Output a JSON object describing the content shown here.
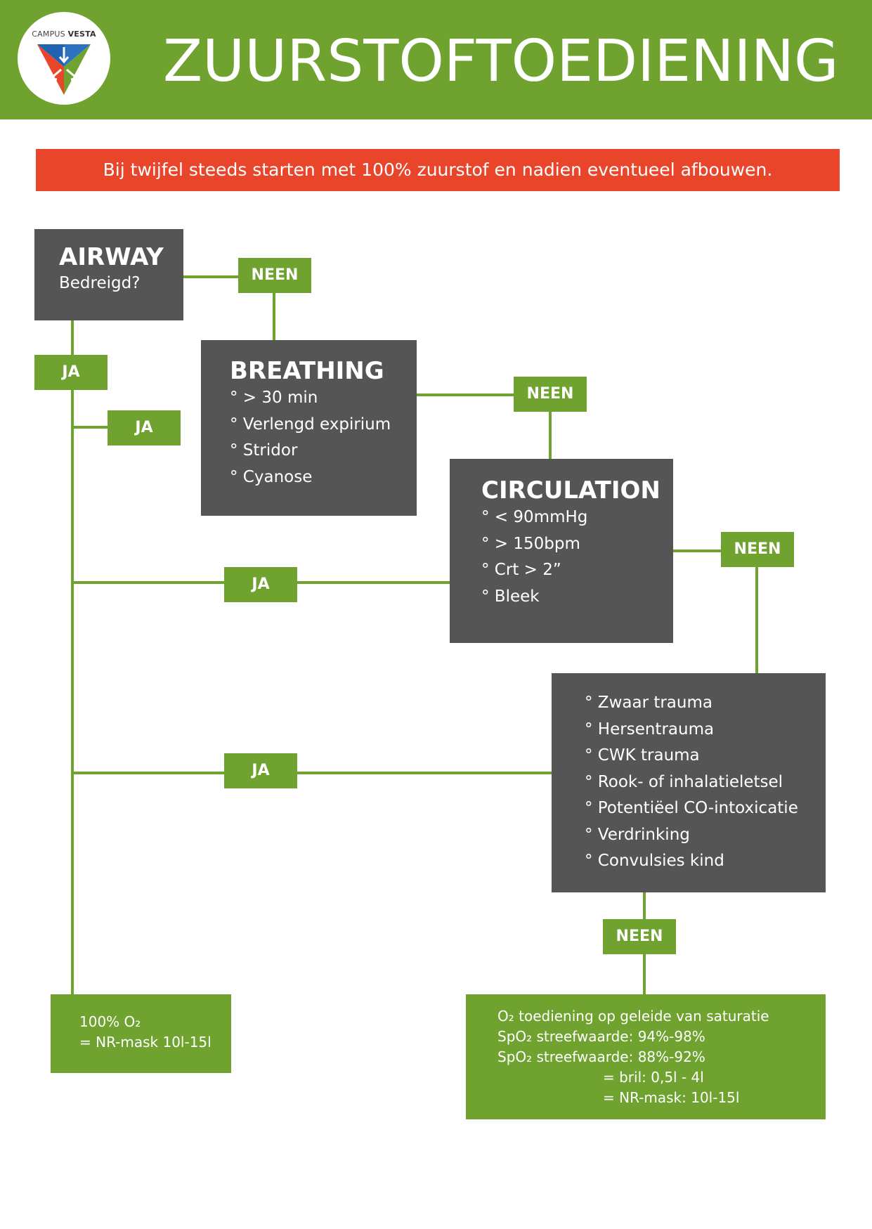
{
  "header": {
    "logo": {
      "text_light": "CAMPUS",
      "text_bold": "VESTA"
    },
    "title": "ZUURSTOFTOEDIENING"
  },
  "banner": "Bij twijfel steeds starten met 100% zuurstof en nadien eventueel afbouwen.",
  "airway": {
    "title": "AIRWAY",
    "subtitle": "Bedreigd?"
  },
  "breathing": {
    "title": "BREATHING",
    "items": [
      "° > 30 min",
      "° Verlengd expirium",
      "° Stridor",
      "° Cyanose"
    ]
  },
  "circulation": {
    "title": "CIRCULATION",
    "items": [
      "° < 90mmHg",
      "° > 150bpm",
      "° Crt > 2”",
      "° Bleek"
    ]
  },
  "conditions": {
    "items": [
      "° Zwaar trauma",
      "° Hersentrauma",
      "° CWK trauma",
      "° Rook- of inhalatieletsel",
      "° Potentiëel CO-intoxicatie",
      "° Verdrinking",
      "° Convulsies kind"
    ]
  },
  "tags": {
    "yes": "JA",
    "no": "NEEN"
  },
  "result_full": {
    "lines": [
      "100% O₂",
      "= NR-mask 10l-15l"
    ]
  },
  "result_titrate": {
    "lines": [
      "O₂ toediening op geleide van saturatie",
      "SpO₂ streefwaarde: 94%-98%",
      "SpO₂ streefwaarde: 88%-92%",
      "= bril: 0,5l - 4l",
      "= NR-mask: 10l-15l"
    ]
  },
  "colors": {
    "green": "#6fa22f",
    "dark": "#555555",
    "red": "#e8452b"
  }
}
